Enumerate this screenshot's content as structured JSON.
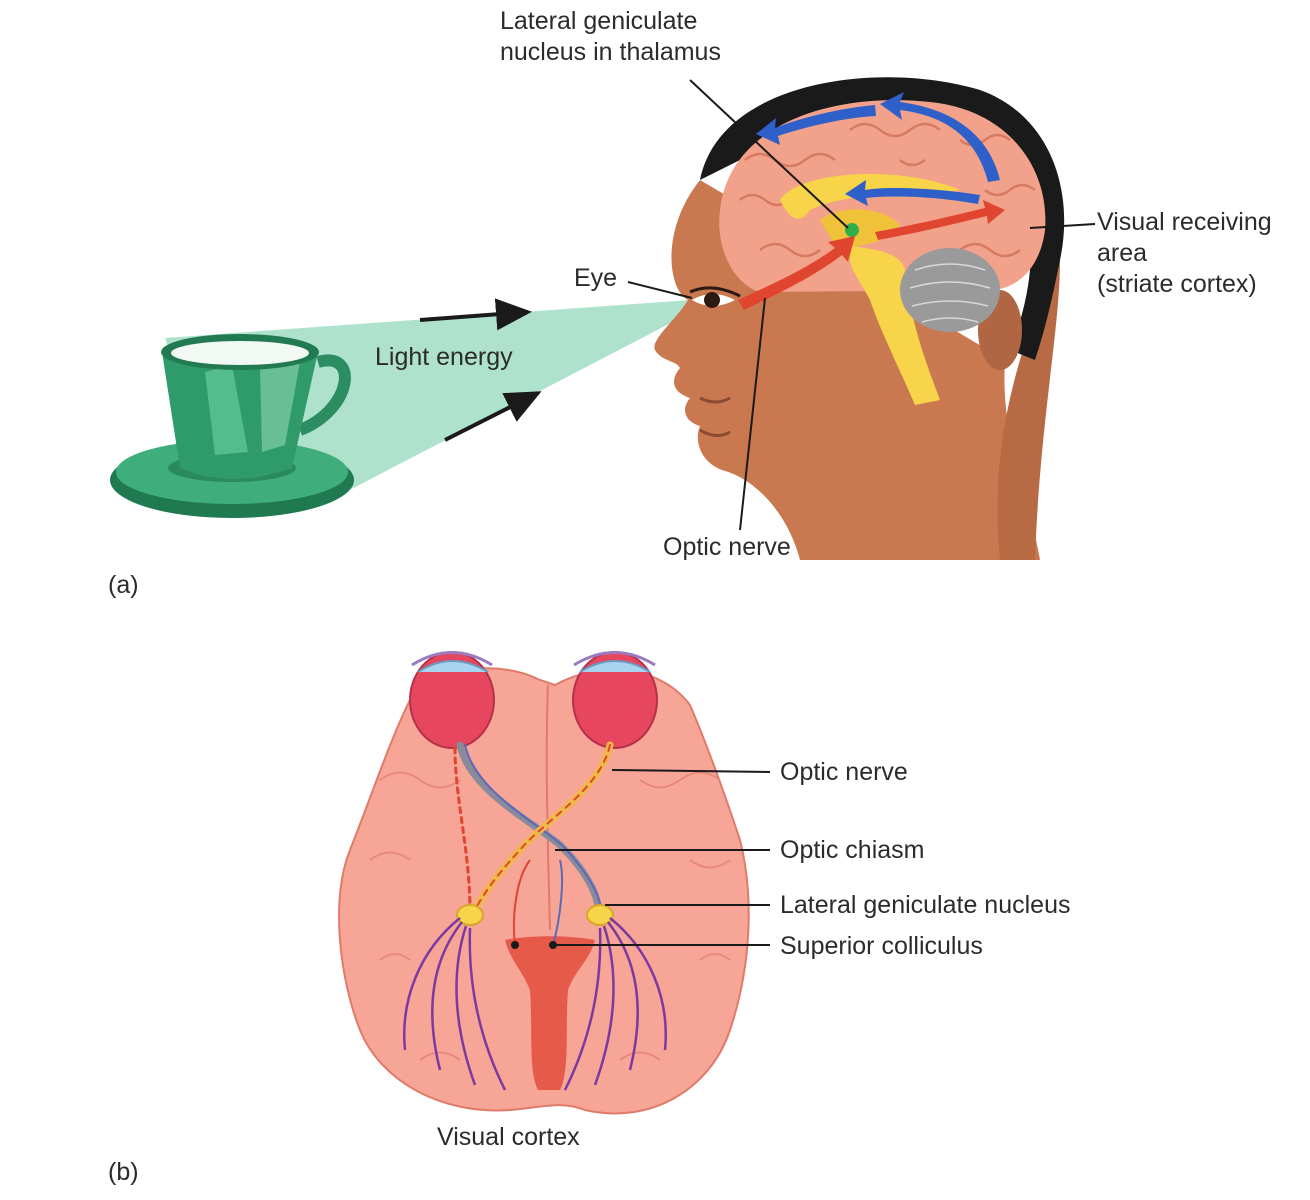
{
  "panel_a": {
    "caption": "(a)",
    "labels": {
      "lgn_thalamus": [
        "Lateral geniculate",
        "nucleus in thalamus"
      ],
      "eye": "Eye",
      "light_energy": "Light energy",
      "visual_area": [
        "Visual receiving",
        "area",
        "(striate cortex)"
      ],
      "optic_nerve": "Optic nerve"
    }
  },
  "panel_b": {
    "caption": "(b)",
    "labels": {
      "optic_nerve": "Optic nerve",
      "optic_chiasm": "Optic chiasm",
      "lgn": "Lateral geniculate nucleus",
      "superior_colliculus": "Superior colliculus",
      "visual_cortex": "Visual cortex"
    }
  },
  "colors": {
    "cup_green": "#2f9a6a",
    "light_cone": "#9fdcc3",
    "skin": "#c97850",
    "brain_pink": "#f2a28a",
    "thalamus_yellow": "#f7d44a",
    "pathway_red": "#e0452f",
    "pathway_blue": "#2f5fc8",
    "cortex_fiber_purple": "#7a3aa0"
  }
}
